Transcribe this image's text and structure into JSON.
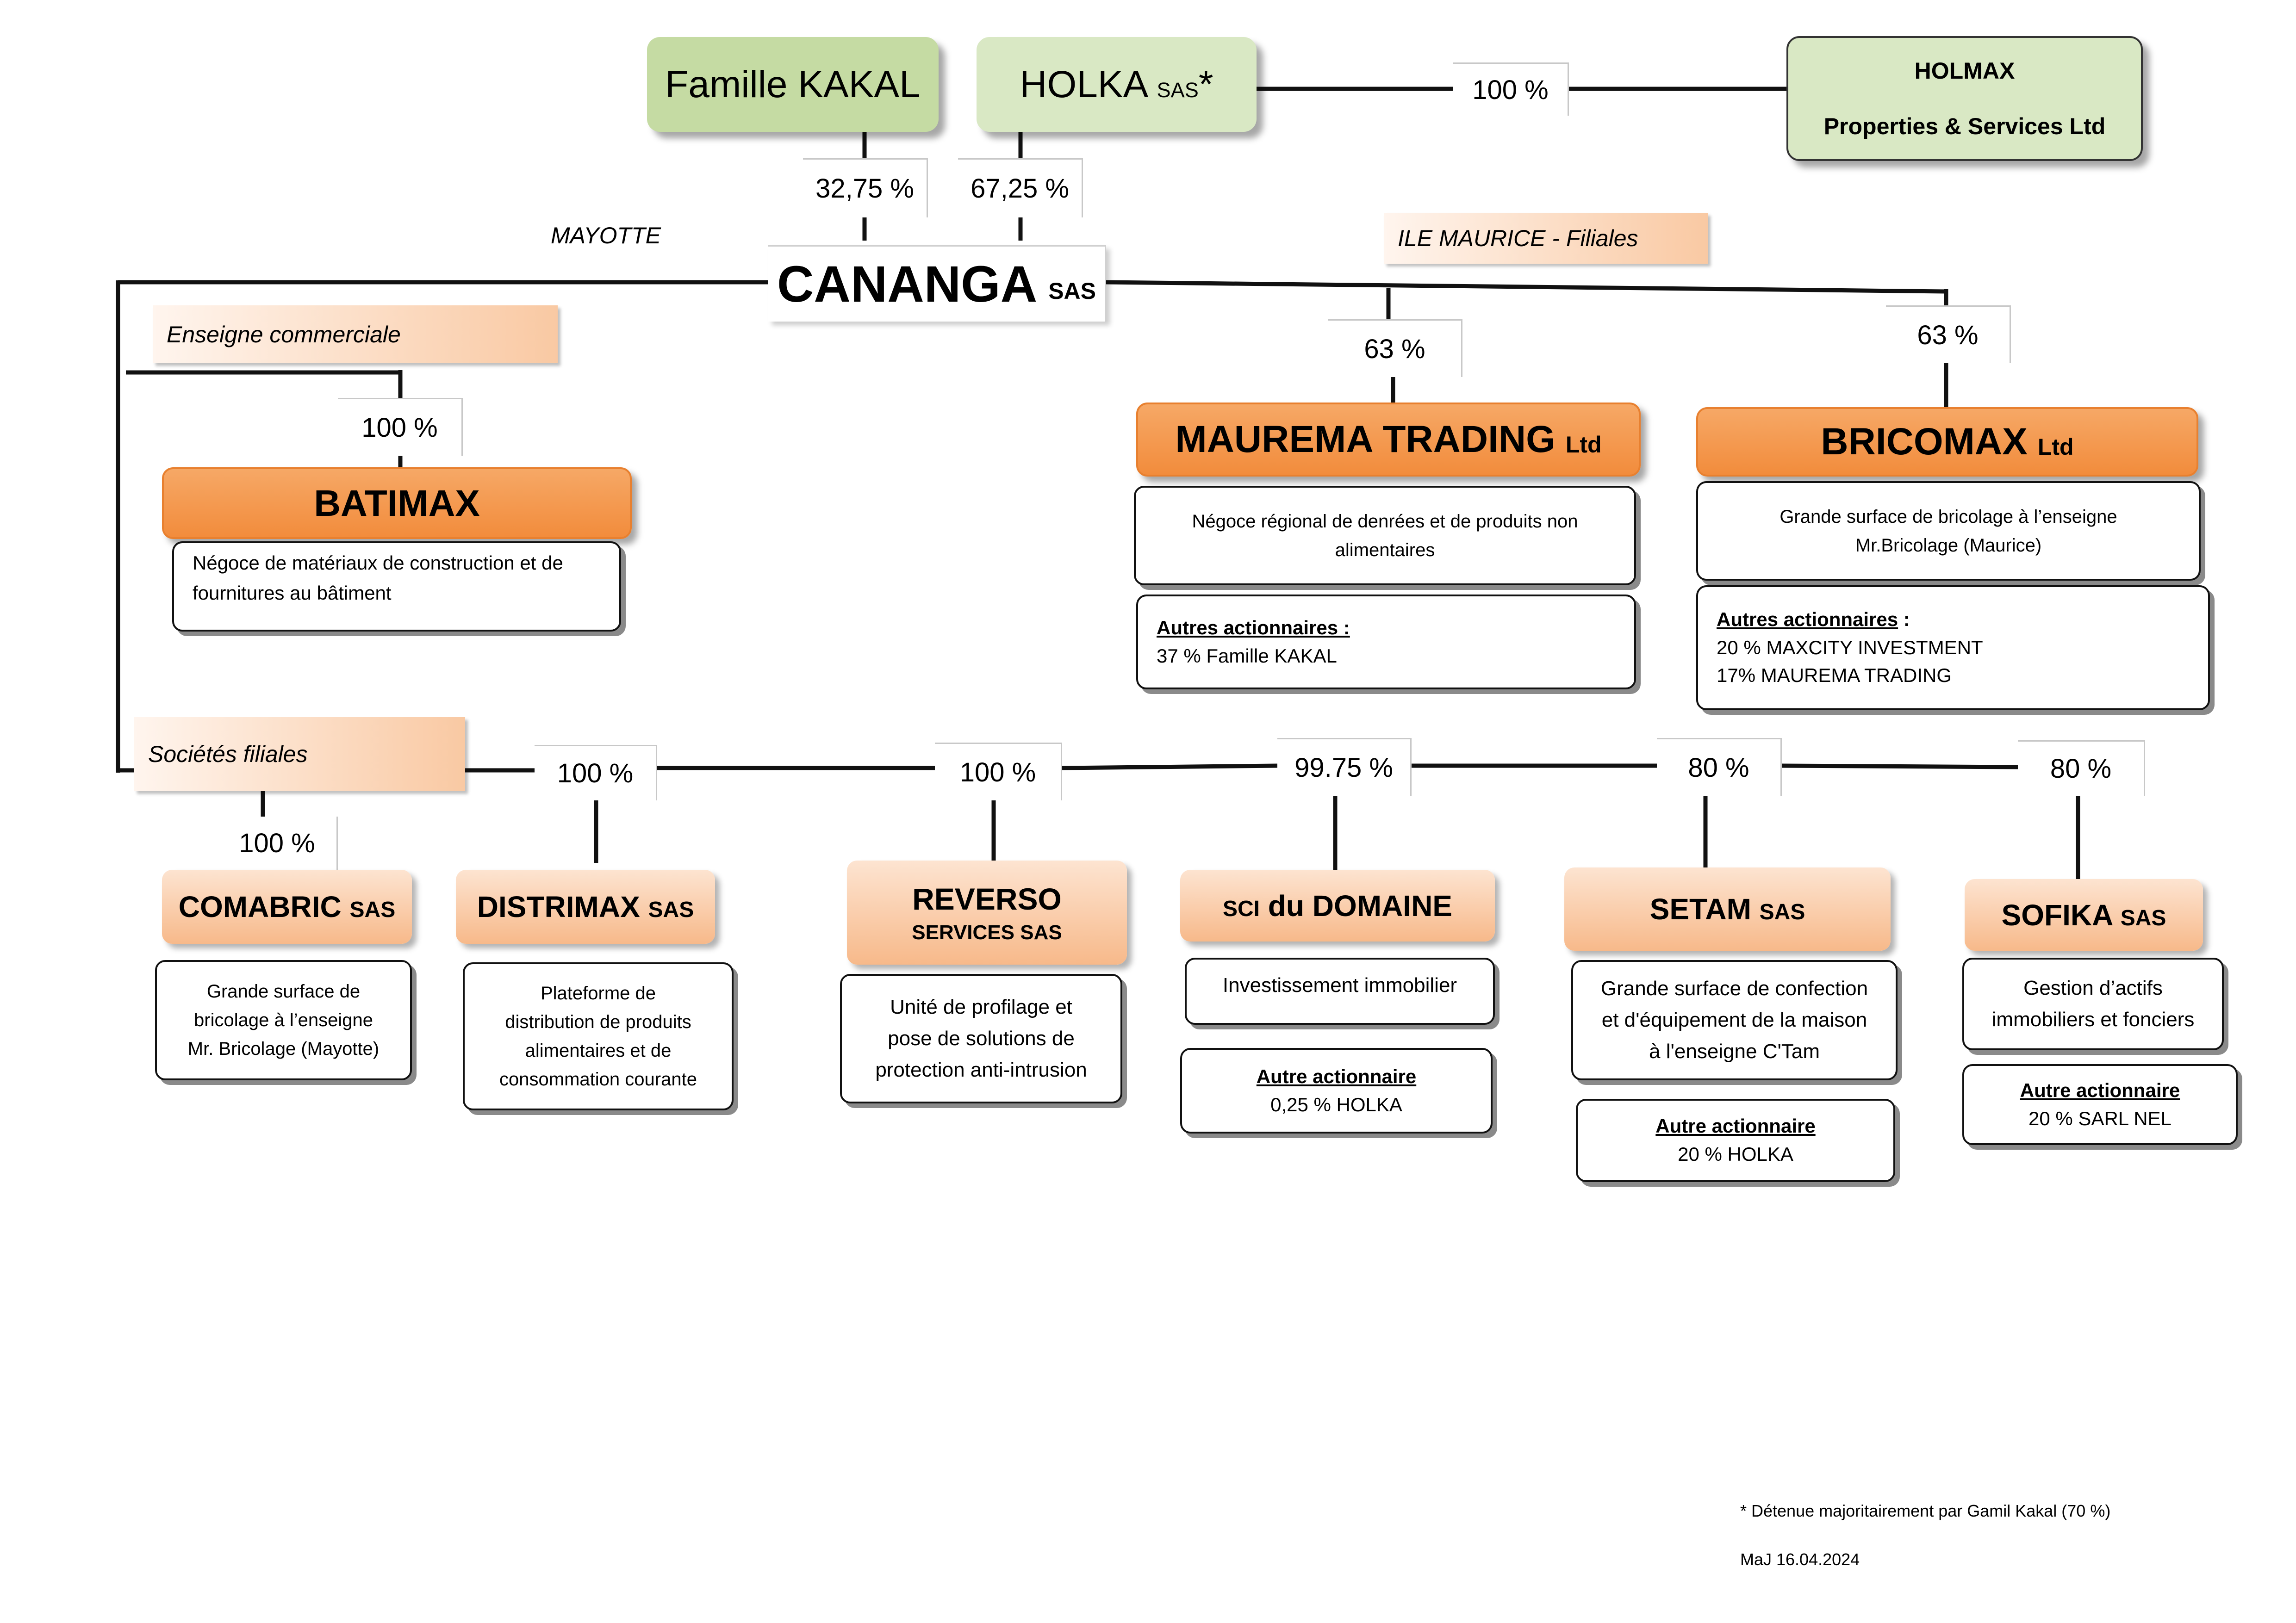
{
  "top": {
    "famille": "Famille KAKAL",
    "holka_name": "HOLKA",
    "holka_suffix": "SAS",
    "holka_star": "*",
    "holmax_line1": "HOLMAX",
    "holmax_line2": "Properties & Services Ltd",
    "holka_holmax_pct": "100 %",
    "famille_pct": "32,75 %",
    "holka_pct": "67,25 %"
  },
  "cananga": {
    "name": "CANANGA",
    "suffix": "SAS"
  },
  "regions": {
    "mayotte": "MAYOTTE",
    "ile_maurice": "ILE MAURICE - Filiales"
  },
  "sections": {
    "enseigne": "Enseigne commerciale",
    "filiales": "Sociétés filiales"
  },
  "batimax": {
    "name": "BATIMAX",
    "pct": "100 %",
    "desc_line1": "Négoce de matériaux de construction et de",
    "desc_line2": "fournitures au bâtiment"
  },
  "maurema": {
    "name": "MAUREMA TRADING",
    "suffix": "Ltd",
    "pct": "63 %",
    "desc_line1": "Négoce régional de denrées et de produits non",
    "desc_line2": "alimentaires",
    "others_title": "Autres actionnaires :",
    "others_line1": "37 % Famille KAKAL"
  },
  "bricomax": {
    "name": "BRICOMAX",
    "suffix": "Ltd",
    "pct": "63 %",
    "desc_line1": "Grande surface de bricolage à l’enseigne",
    "desc_line2": "Mr.Bricolage  (Maurice)",
    "others_title": "Autres actionnaires",
    "others_colon": " :",
    "others_line1": "20 % MAXCITY INVESTMENT",
    "others_line2": "17% MAUREMA TRADING"
  },
  "subsidiaries": {
    "comabric": {
      "name": "COMABRIC",
      "suffix": "SAS",
      "pct": "100 %",
      "desc_line1": "Grande surface de",
      "desc_line2": "bricolage à l’enseigne",
      "desc_line3": "Mr. Bricolage (Mayotte)"
    },
    "distrimax": {
      "name": "DISTRIMAX",
      "suffix": "SAS",
      "pct": "100 %",
      "desc_line1": "Plateforme de",
      "desc_line2": "distribution de produits",
      "desc_line3": "alimentaires et de",
      "desc_line4": "consommation courante"
    },
    "reverso": {
      "name": "REVERSO",
      "suffix": "SERVICES SAS",
      "pct": "100 %",
      "desc_line1": "Unité de profilage et",
      "desc_line2": "pose de solutions de",
      "desc_line3": "protection anti-intrusion"
    },
    "sci": {
      "prefix": "SCI",
      "name": "du DOMAINE",
      "pct": "99.75 %",
      "desc_line1": "Investissement immobilier",
      "others_title": "Autre actionnaire",
      "others_line1": "0,25 % HOLKA"
    },
    "setam": {
      "name": "SETAM",
      "suffix": "SAS",
      "pct": "80 %",
      "desc_line1": "Grande surface de confection",
      "desc_line2": "et d'équipement de la maison",
      "desc_line3": "à l'enseigne C'Tam",
      "others_title": "Autre actionnaire",
      "others_line1": "20 % HOLKA"
    },
    "sofika": {
      "name": "SOFIKA",
      "suffix": "SAS",
      "pct": "80 %",
      "desc_line1": "Gestion d’actifs",
      "desc_line2": "immobiliers et fonciers",
      "others_title": "Autre actionnaire",
      "others_line1": "20 % SARL NEL"
    }
  },
  "footer": {
    "note": "* Détenue majoritairement par Gamil Kakal (70 %)",
    "date": "MaJ 16.04.2024"
  },
  "colors": {
    "green_dark": "#c5dba3",
    "green_light": "#d9e8c4",
    "orange": "#f28c3c",
    "orange_soft": "#f7b98a"
  }
}
